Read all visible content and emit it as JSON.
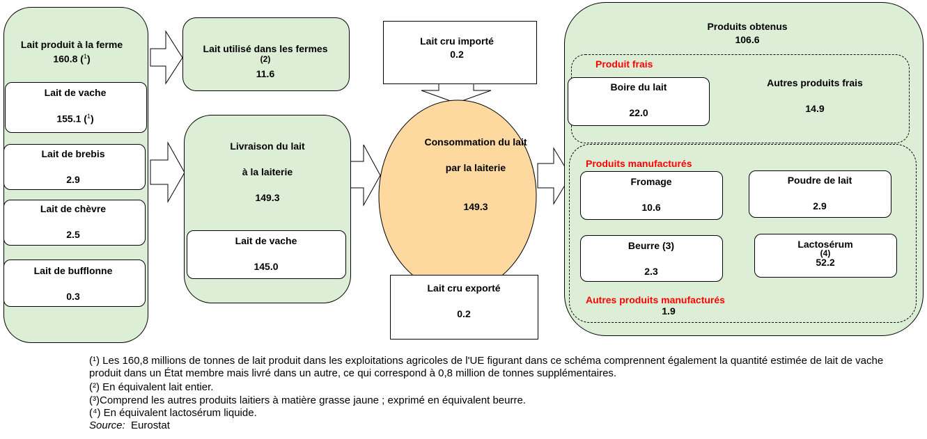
{
  "farm": {
    "title": "Lait produit à la ferme",
    "value": "160.8 (",
    "sup": "1",
    "close": ")",
    "items": [
      {
        "label": "Lait de vache",
        "value": "155.1 (",
        "sup": "1",
        "close": ")"
      },
      {
        "label": "Lait de brebis",
        "value": "2.9"
      },
      {
        "label": "Lait de chèvre",
        "value": "2.5"
      },
      {
        "label": "Lait de bufflonne",
        "value": "0.3"
      }
    ]
  },
  "onfarm": {
    "label": "Lait utilisé dans les fermes",
    "note": "(2)",
    "value": "11.6"
  },
  "delivery": {
    "line1": "Livraison du lait",
    "line2": "à la laiterie",
    "value": "149.3",
    "sub_label": "Lait de vache",
    "sub_value": "145.0"
  },
  "import": {
    "label": "Lait cru importé",
    "value": "0.2"
  },
  "export": {
    "label": "Lait cru exporté",
    "value": "0.2"
  },
  "dairy": {
    "line1": "Consommation du lait",
    "line2": "par la laiterie",
    "value": "149.3"
  },
  "products": {
    "title": "Produits obtenus",
    "value": "106.6",
    "fresh": {
      "heading": "Produit frais",
      "drink_label": "Boire du lait",
      "drink_value": "22.0",
      "other_label": "Autres produits frais",
      "other_value": "14.9"
    },
    "manuf": {
      "heading": "Produits manufacturés",
      "cheese_label": "Fromage",
      "cheese_value": "10.6",
      "powder_label": "Poudre de lait",
      "powder_value": "2.9",
      "butter_label": "Beurre (3)",
      "butter_value": "2.3",
      "whey_label": "Lactosérum",
      "whey_note": "(4)",
      "whey_value": "52.2",
      "other_heading": "Autres produits manufacturés",
      "other_value": "1.9"
    }
  },
  "footnotes": [
    "(¹) Les 160,8 millions de tonnes de lait produit dans les exploitations agricoles de l'UE figurant dans ce schéma comprennent également la quantité estimée de lait de vache produit dans un État membre mais livré dans un autre, ce qui correspond à 0,8 million de tonnes supplémentaires.",
    "(²) En équivalent lait entier.",
    "(³)Comprend les autres produits laitiers à matière grasse jaune ; exprimé en équivalent beurre.",
    "(⁴) En équivalent lactosérum liquide."
  ],
  "source_label": "Source:",
  "source_value": "Eurostat",
  "colors": {
    "green": "#dcefd6",
    "orange": "#fdd9a0",
    "red": "#ff0000"
  }
}
